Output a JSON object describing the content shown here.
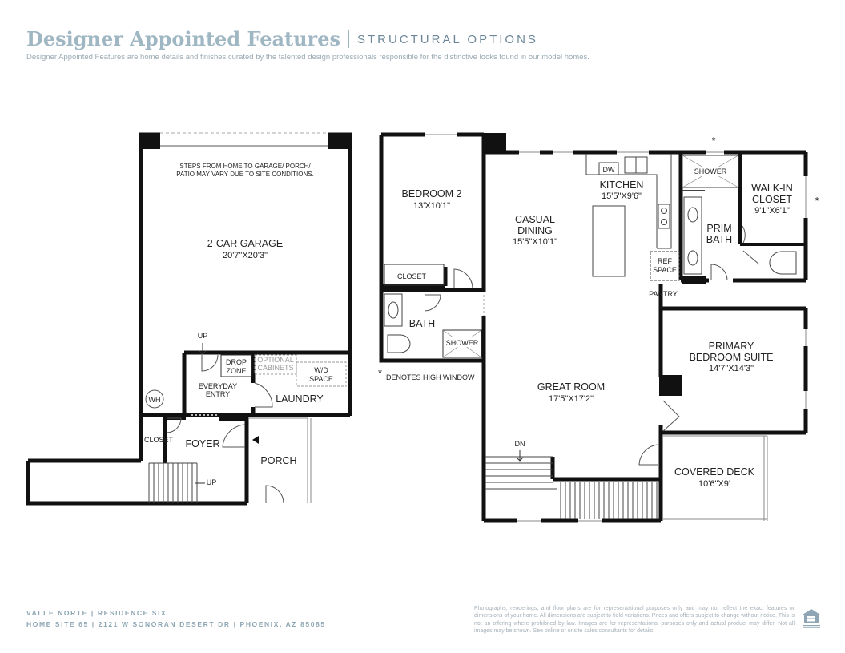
{
  "header": {
    "title": "Designer Appointed Features",
    "section": "STRUCTURAL OPTIONS",
    "subtitle": "Designer Appointed Features are home details and finishes curated by the talented design professionals responsible for the distinctive looks found in our model homes."
  },
  "plan": {
    "garage_note_line1": "STEPS FROM HOME TO GARAGE/ PORCH/",
    "garage_note_line2": "PATIO MAY VARY DUE TO SITE CONDITIONS.",
    "garage_name": "2-CAR GARAGE",
    "garage_dim": "20'7\"X20'3\"",
    "up_label": "UP",
    "drop_zone_1": "DROP",
    "drop_zone_2": "ZONE",
    "optional_cabinets_1": "OPTIONAL",
    "optional_cabinets_2": "CABINETS",
    "wd_space_1": "W/D",
    "wd_space_2": "SPACE",
    "everyday_entry_1": "EVERYDAY",
    "everyday_entry_2": "ENTRY",
    "laundry": "LAUNDRY",
    "wh": "WH",
    "closet": "CLOSET",
    "foyer": "FOYER",
    "porch": "PORCH",
    "bedroom2_name": "BEDROOM 2",
    "bedroom2_dim": "13'X10'1\"",
    "bath": "BATH",
    "shower": "SHOWER",
    "high_window_note": "DENOTES HIGH WINDOW",
    "asterisk": "*",
    "casual_dining_1": "CASUAL",
    "casual_dining_2": "DINING",
    "casual_dining_dim": "15'5\"X10'1\"",
    "kitchen_name": "KITCHEN",
    "kitchen_dim": "15'5\"X9'6\"",
    "dw": "DW",
    "ref_space_1": "REF",
    "ref_space_2": "SPACE",
    "pantry": "PANTRY",
    "prim_bath_1": "PRIM",
    "prim_bath_2": "BATH",
    "walkin_1": "WALK-IN",
    "walkin_2": "CLOSET",
    "walkin_dim": "9'1\"X6'1\"",
    "primary_suite_1": "PRIMARY",
    "primary_suite_2": "BEDROOM SUITE",
    "primary_suite_dim": "14'7\"X14'3\"",
    "great_room_name": "GREAT ROOM",
    "great_room_dim": "17'5\"X17'2\"",
    "dn": "DN",
    "covered_deck_name": "COVERED DECK",
    "covered_deck_dim": "10'6\"X9'"
  },
  "footer": {
    "line1": "VALLE NORTE  |  RESIDENCE SIX",
    "line2": "HOME SITE 65  |  2121 W SONORAN DESERT DR  |  PHOENIX, AZ 85085",
    "disclaimer": "Photographs, renderings, and floor plans are for representational purposes only and may not reflect the exact features or dimensions of your home. All dimensions are subject to field variations. Prices and offers subject to change without notice. This is not an offering where prohibited by law. Images are for representational purposes only and actual product may differ. Not all images may be shown. See online or onsite sales consultants for details."
  },
  "colors": {
    "title": "#9fb6c3",
    "section": "#6c8797",
    "footer": "#8ea6b3",
    "wall": "#111111"
  },
  "icons": [
    "equal-housing-icon",
    "entry-arrow-icon",
    "up-arrow-icon",
    "down-arrow-icon"
  ]
}
